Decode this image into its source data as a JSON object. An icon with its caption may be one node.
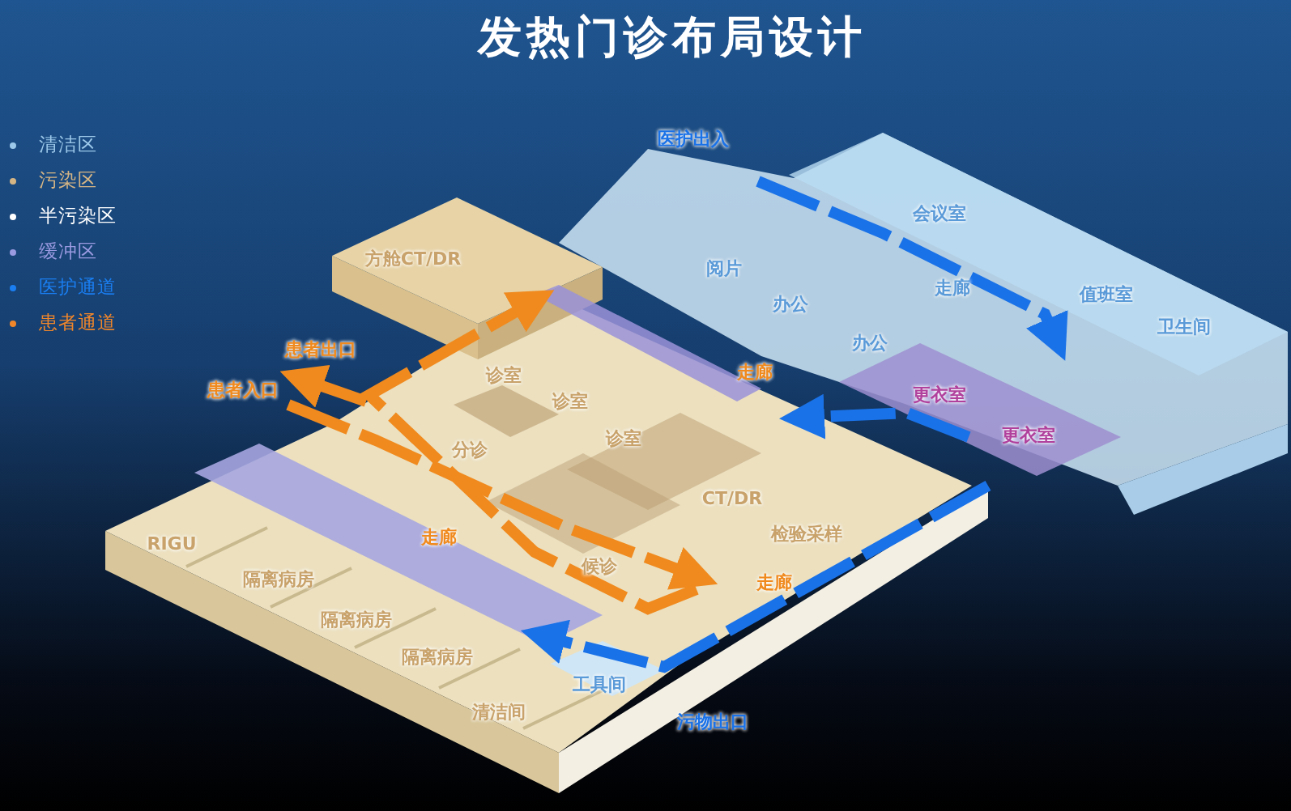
{
  "diagram": {
    "title": "发热门诊布局设计",
    "labels": [
      "医护出入",
      "会议室",
      "方舱CT/DR",
      "阅片",
      "走廊",
      "值班室",
      "办公",
      "卫生间",
      "患者出口",
      "办公",
      "诊室",
      "走廊",
      "患者入口",
      "更衣室",
      "诊室",
      "更衣室",
      "诊室",
      "分诊",
      "CT/DR",
      "RIGU",
      "检验采样",
      "走廊",
      "候诊",
      "隔离病房",
      "走廊",
      "隔离病房",
      "隔离病房",
      "工具间",
      "清洁间",
      "污物出口"
    ],
    "legend": [
      {
        "text": "清洁区",
        "color": "#9cc8ea"
      },
      {
        "text": "污染区",
        "color": "#d6b584"
      },
      {
        "text": "半污染区",
        "color": "#ffffff"
      },
      {
        "text": "缓冲区",
        "color": "#9a9ae0"
      },
      {
        "text": "医护通道",
        "color": "#1a7ef0"
      },
      {
        "text": "患者通道",
        "color": "#f0862a"
      }
    ]
  }
}
